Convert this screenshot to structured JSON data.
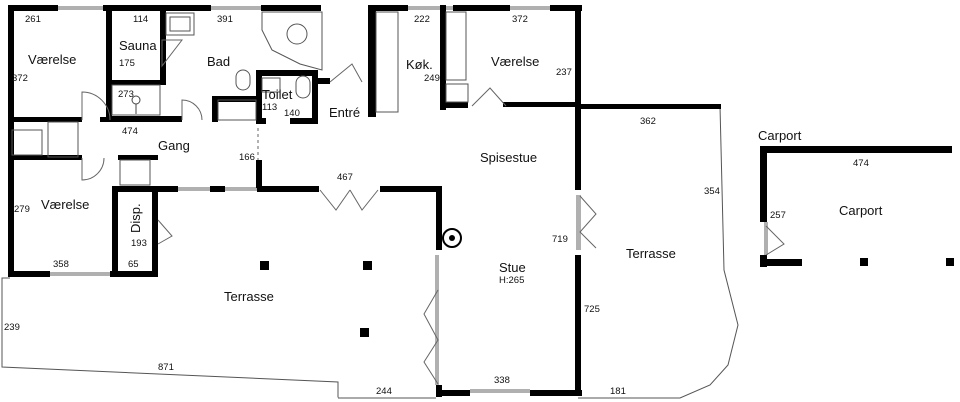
{
  "colors": {
    "wall": "#000000",
    "thin": "#555555",
    "background": "#ffffff",
    "window": "#b0b0b0"
  },
  "rooms": {
    "vaerelse_top_left": "Værelse",
    "sauna": "Sauna",
    "bad": "Bad",
    "toilet": "Toilet",
    "entre": "Entré",
    "koekken": "Køk.",
    "vaerelse_top_right": "Værelse",
    "gang": "Gang",
    "spisestue": "Spisestue",
    "vaerelse_bottom_left": "Værelse",
    "disp": "Disp.",
    "terrasse_left": "Terrasse",
    "stue": "Stue",
    "stue_height": "H:265",
    "terrasse_right": "Terrasse",
    "carport_heading": "Carport",
    "carport_room": "Carport"
  },
  "dimensions": [
    "261",
    "114",
    "391",
    "222",
    "372",
    "372",
    "175",
    "237",
    "249",
    "273",
    "113",
    "140",
    "474",
    "362",
    "166",
    "467",
    "354",
    "279",
    "257",
    "474",
    "193",
    "65",
    "358",
    "719",
    "239",
    "725",
    "871",
    "244",
    "338",
    "181"
  ]
}
